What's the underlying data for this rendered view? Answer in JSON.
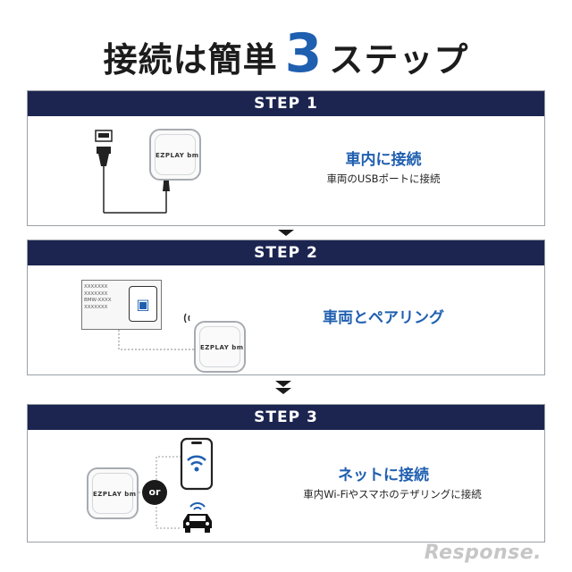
{
  "title": {
    "part1": "接続は簡単",
    "number": "3",
    "part2": "ステップ"
  },
  "steps": [
    {
      "label": "STEP 1",
      "heading": "車内に接続",
      "description": "車両のUSBポートに接続"
    },
    {
      "label": "STEP 2",
      "heading": "車両とペアリング",
      "description": ""
    },
    {
      "label": "STEP 3",
      "heading": "ネットに接続",
      "description": "車内Wi-Fiやスマホのテザリングに接続"
    }
  ],
  "device_logo": "EZPLAY bm",
  "screen_lines": [
    "XXXXXXX",
    "XXXXXXX",
    "BMW-XXXX",
    "XXXXXXX"
  ],
  "or_label": "or",
  "watermark": "Response.",
  "colors": {
    "header": "#1c2550",
    "accent": "#1f5fb0"
  },
  "icons": [
    "usb-cable-icon",
    "wifi-signal-icon",
    "smartphone-icon",
    "car-icon",
    "wireless-charging-icon"
  ]
}
